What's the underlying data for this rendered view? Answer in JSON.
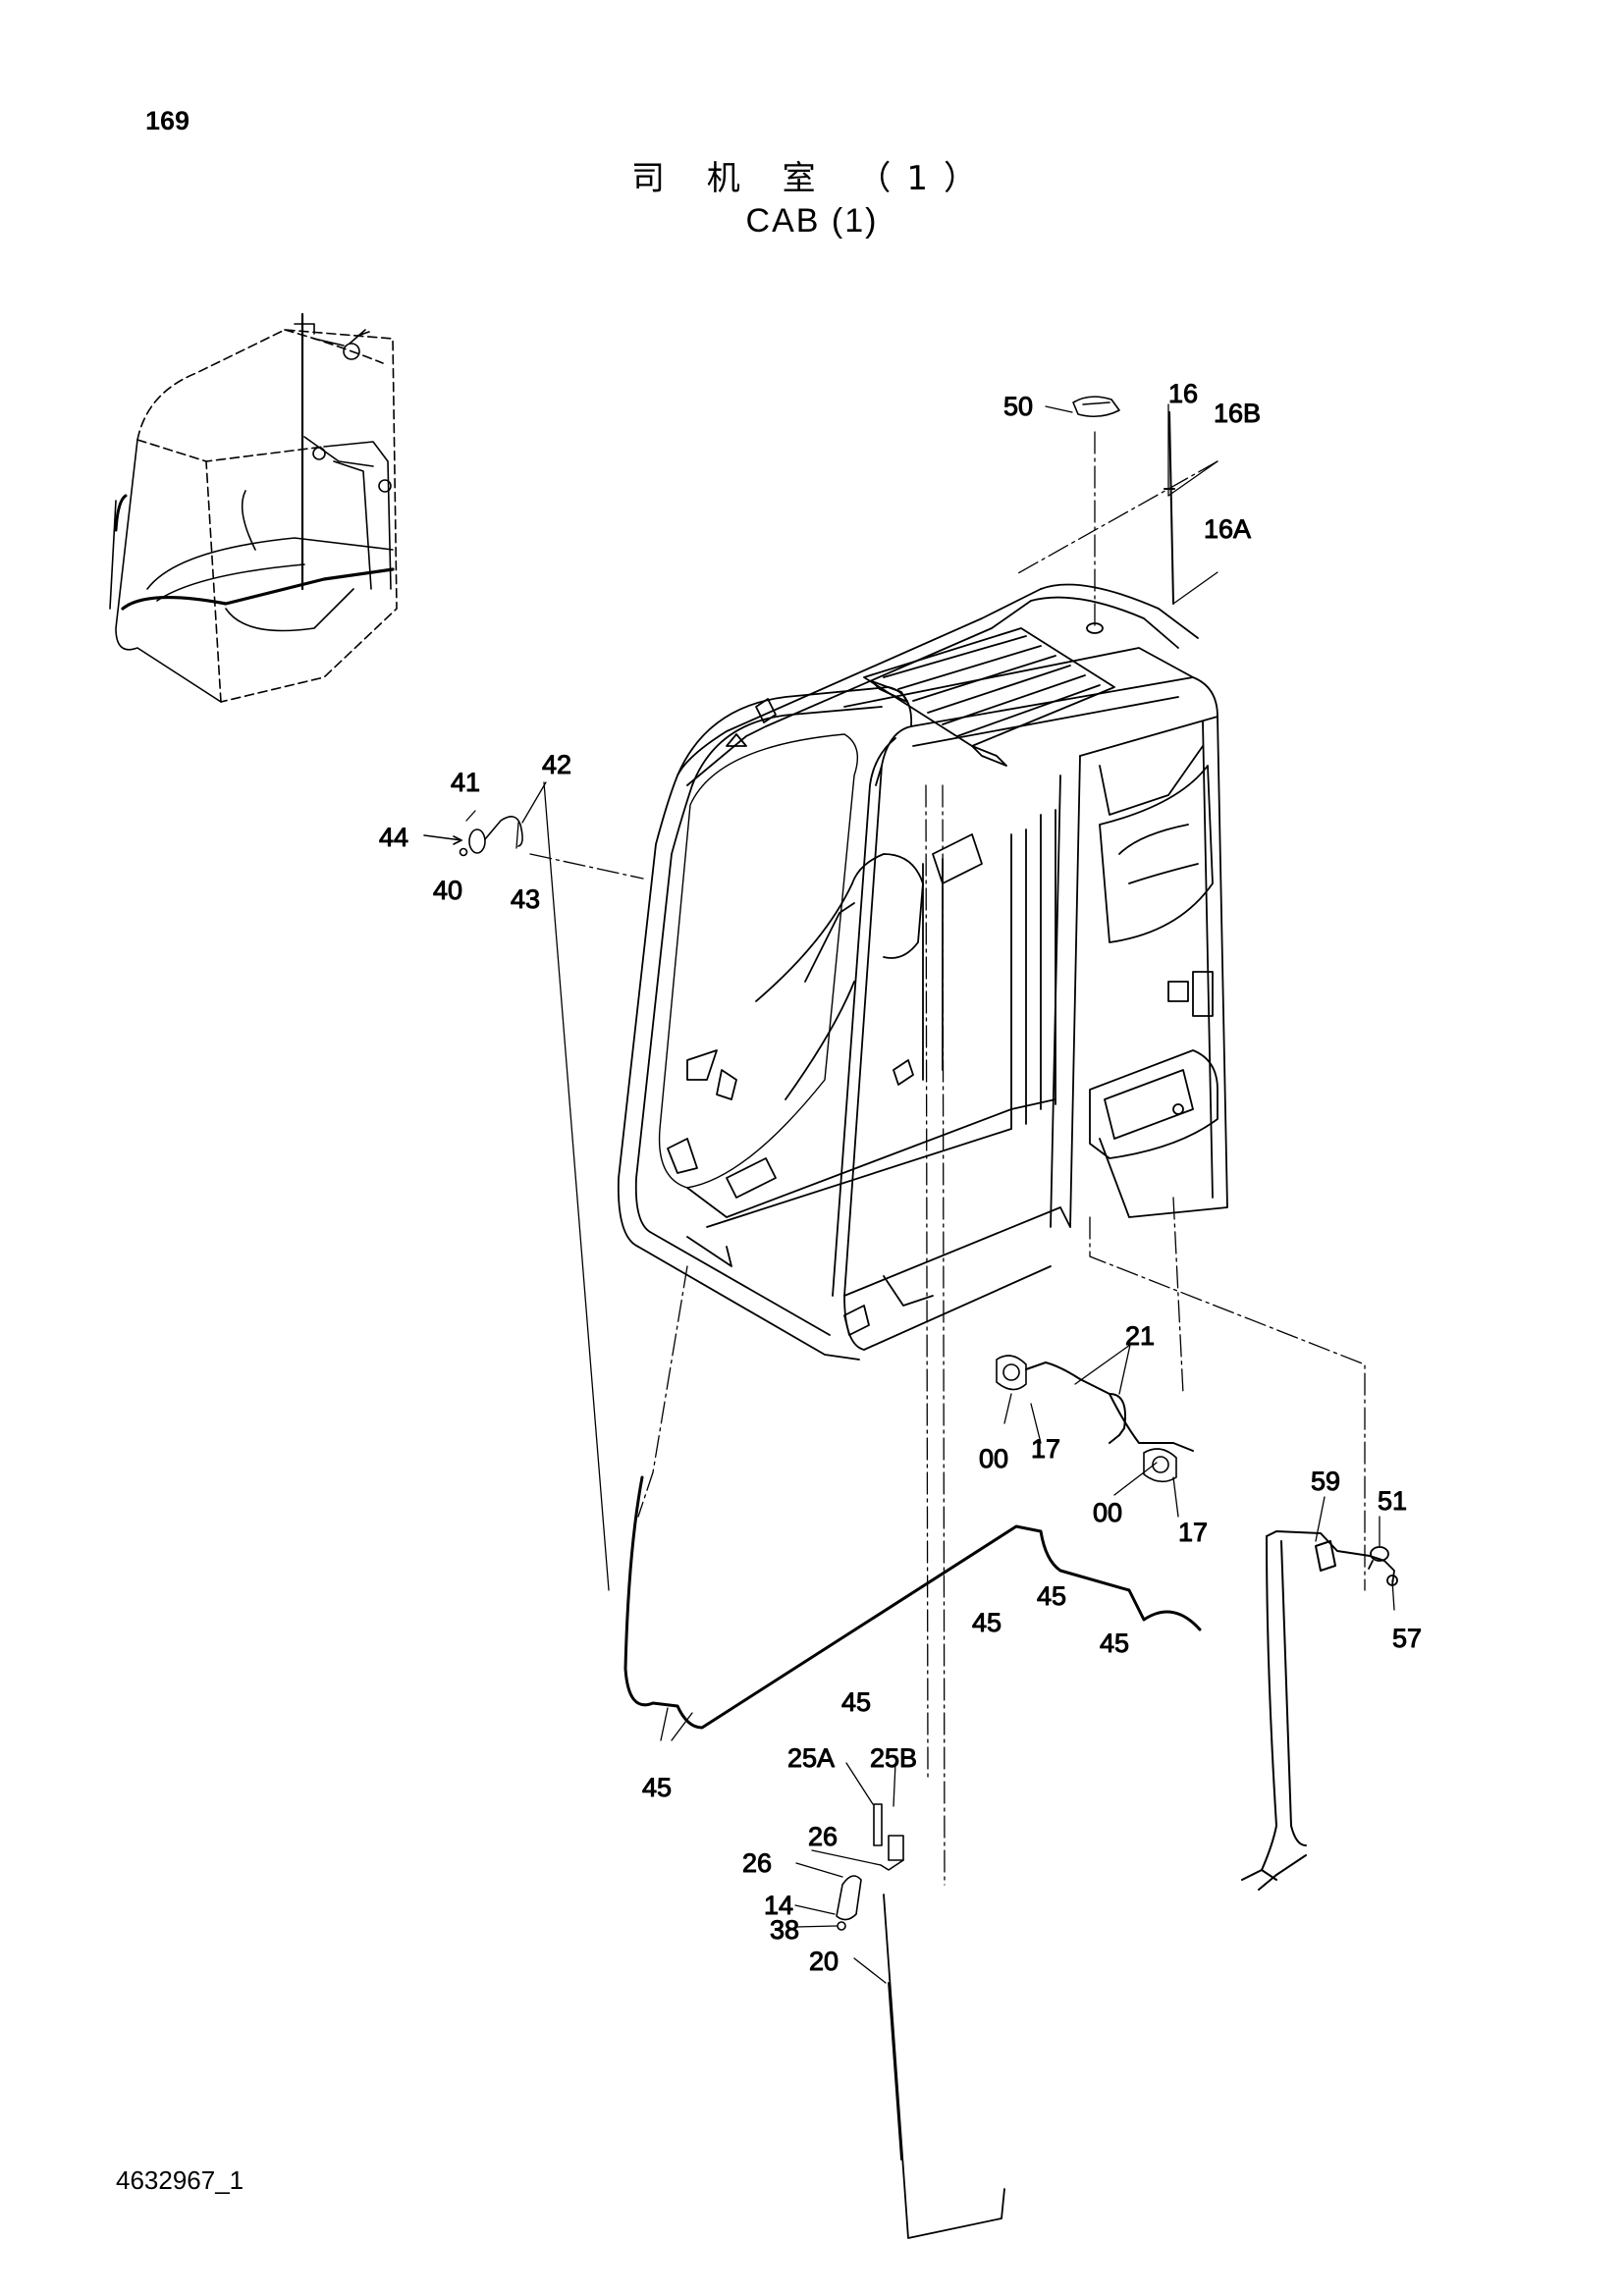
{
  "page": {
    "number": "169",
    "document_number": "4632967_1"
  },
  "title": {
    "chinese": "司 机 室 （1）",
    "english": "CAB (1)"
  },
  "callouts": [
    "50",
    "16",
    "16B",
    "16A",
    "42",
    "41",
    "44",
    "40",
    "43",
    "21",
    "17",
    "00",
    "00",
    "17",
    "59",
    "51",
    "57",
    "45",
    "45",
    "45",
    "45",
    "45",
    "25A",
    "25B",
    "26",
    "26",
    "14",
    "38",
    "20"
  ],
  "colors": {
    "line": "#000000",
    "background": "#ffffff"
  }
}
